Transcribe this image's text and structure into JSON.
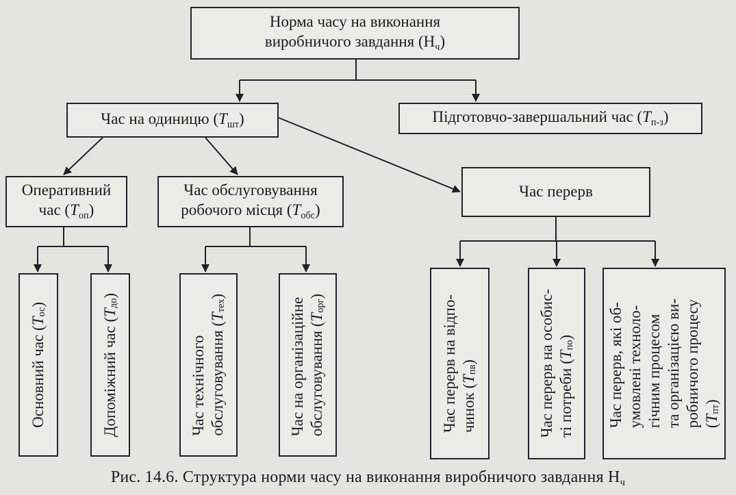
{
  "colors": {
    "paper": "#e6e4df",
    "ink": "#222222",
    "box_fill": "#ecebe6"
  },
  "nodes": {
    "root": {
      "l1": "Норма часу на виконання",
      "l2a": "виробничого завдання (Н",
      "l2b": "ч",
      "l2c": ")"
    },
    "unit": {
      "a": "Час на одиницю (",
      "t": "T",
      "s": "шт",
      "c": ")"
    },
    "prep": {
      "a": "Підготовчо-завершальний час (",
      "t": "T",
      "s": "п-з",
      "c": ")"
    },
    "oper": {
      "l1": "Оперативний",
      "a": "час (",
      "t": "T",
      "s": "оп",
      "c": ")"
    },
    "serv": {
      "l1": "Час обслуговування",
      "a": "робочого місця (",
      "t": "T",
      "s": "обс",
      "c": ")"
    },
    "breaks": {
      "label": "Час перерв"
    },
    "main": {
      "a": "Основний час (",
      "t": "T",
      "s": "ос",
      "c": ")"
    },
    "aux": {
      "a": "Допоміжний час (",
      "t": "T",
      "s": "до",
      "c": ")"
    },
    "tech": {
      "l1": "Час технічного",
      "a": "обслуговування (",
      "t": "T",
      "s": "тех",
      "c": ")"
    },
    "org": {
      "l1": "Час на організаційне",
      "a": "обслуговування (",
      "t": "T",
      "s": "орг",
      "c": ")"
    },
    "rest": {
      "l1": "Час перерв на відпо-",
      "a": "чинок (",
      "t": "T",
      "s": "пв",
      "c": ")"
    },
    "personal": {
      "l1": "Час перерв на особис-",
      "a": "ті потреби (",
      "t": "T",
      "s": "по",
      "c": ")"
    },
    "tp": {
      "l1": "Час перерв, які об-",
      "l2": "умовлені техноло-",
      "l3": "гічним процесом",
      "l4": "та організацією ви-",
      "l5": "робничого процесу",
      "a": "(",
      "t": "T",
      "s": "пт",
      "c": ")"
    }
  },
  "caption": {
    "a": "Рис. 14.6. Структура норми часу на виконання виробничого завдання Н",
    "s": "ч"
  }
}
